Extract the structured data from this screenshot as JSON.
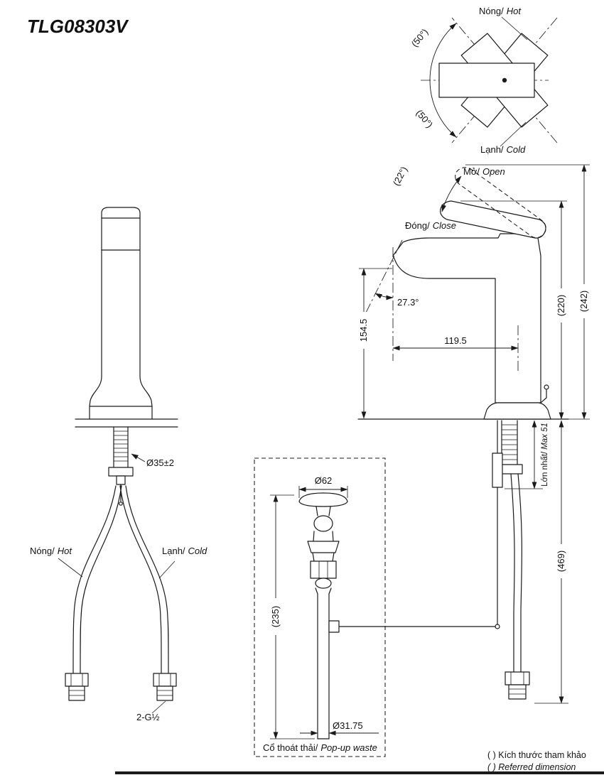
{
  "title": "TLG08303V",
  "top_view": {
    "hot": {
      "vi": "Nóng/",
      "en": "Hot"
    },
    "cold": {
      "vi": "Lạnh/",
      "en": "Cold"
    },
    "angle_upper": "(50°)",
    "angle_lower": "(50°)"
  },
  "side_view": {
    "open_label": {
      "vi": "Mở/",
      "en": "Open"
    },
    "close_label": {
      "vi": "Đóng/",
      "en": "Close"
    },
    "open_angle": "(22°)",
    "spout_angle": "27.3°",
    "dims": {
      "spout_height": "154.5",
      "spout_reach": "119.5",
      "body_height": "(220)",
      "total_height": "(242)",
      "max_counter": {
        "vi": "Lớn nhất/",
        "en": "Max 51"
      },
      "below_counter": "(469)"
    }
  },
  "front_view": {
    "hot": {
      "vi": "Nóng/",
      "en": "Hot"
    },
    "cold": {
      "vi": "Lạnh/",
      "en": "Cold"
    },
    "hole_dim": "Ø35±2",
    "thread": "2-G½"
  },
  "popup": {
    "caption": {
      "vi": "Cổ thoát thải/",
      "en": "Pop-up waste"
    },
    "dims": {
      "top": "Ø62",
      "height": "(235)",
      "pipe": "Ø31.75"
    }
  },
  "legend": {
    "line1": "( ) Kích thước tham khảo",
    "line2": "( ) Referred dimension"
  },
  "colors": {
    "line": "#1a1a1a",
    "bg": "#ffffff"
  }
}
